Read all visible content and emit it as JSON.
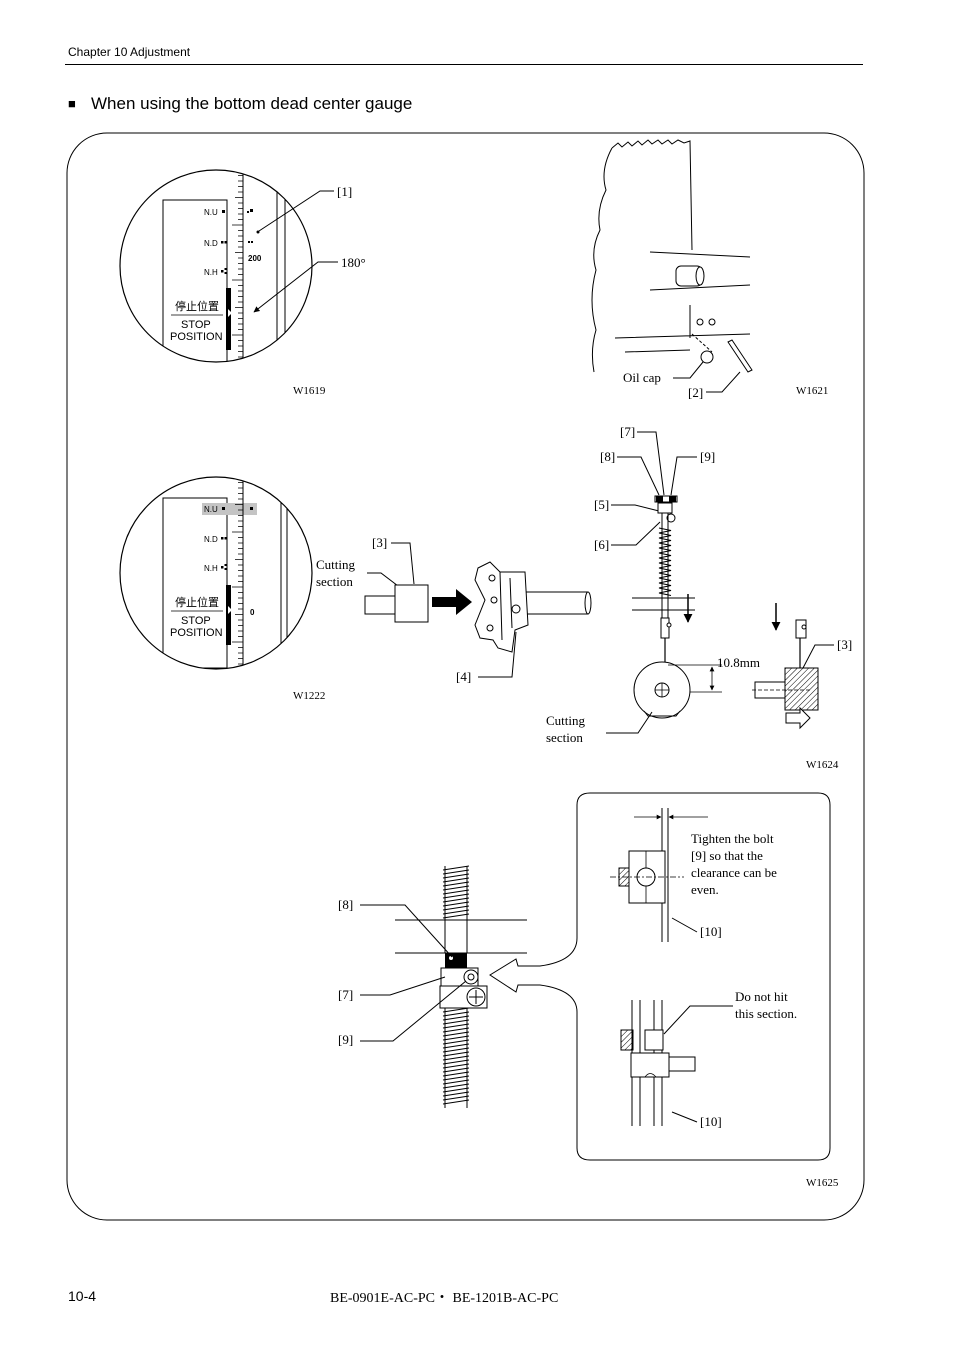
{
  "header": {
    "chapter": "Chapter 10 Adjustment"
  },
  "section": {
    "bullet": "■",
    "title": "When using the bottom dead center gauge"
  },
  "fig_w1619": {
    "code": "W1619",
    "gauge": {
      "nu": "N.U",
      "nd": "N.D",
      "nh": "N.H",
      "stop_jp": "停止位置",
      "stop": "STOP",
      "position": "POSITION",
      "scale_value": "200"
    },
    "label_1": "[1]",
    "label_angle": "180°"
  },
  "fig_w1621": {
    "code": "W1621",
    "oil_cap": "Oil cap",
    "label_2": "[2]"
  },
  "fig_w1222": {
    "code": "W1222",
    "gauge": {
      "nu": "N.U",
      "nd": "N.D",
      "nh": "N.H",
      "stop_jp": "停止位置",
      "stop": "STOP",
      "position": "POSITION",
      "scale_value": "0"
    }
  },
  "fig_w1624": {
    "code": "W1624",
    "label_3": "[3]",
    "label_4": "[4]",
    "cutting_section_left": [
      "Cutting",
      "section"
    ],
    "label_5": "[5]",
    "label_6": "[6]",
    "label_7": "[7]",
    "label_8": "[8]",
    "label_9": "[9]",
    "dimension": "10.8mm",
    "cutting_section_bottom": [
      "Cutting",
      "section"
    ],
    "label_3_right": "[3]"
  },
  "fig_w1625": {
    "code": "W1625",
    "label_8": "[8]",
    "label_7": "[7]",
    "label_9": "[9]",
    "note_tighten": [
      "Tighten the bolt",
      "[9] so that the",
      "clearance can be",
      "even."
    ],
    "label_10_top": "[10]",
    "note_do_not_hit": [
      "Do not hit",
      "this section."
    ],
    "label_10_bottom": "[10]"
  },
  "footer": {
    "page": "10-4",
    "model": "BE-0901E-AC-PC・ BE-1201B-AC-PC"
  }
}
